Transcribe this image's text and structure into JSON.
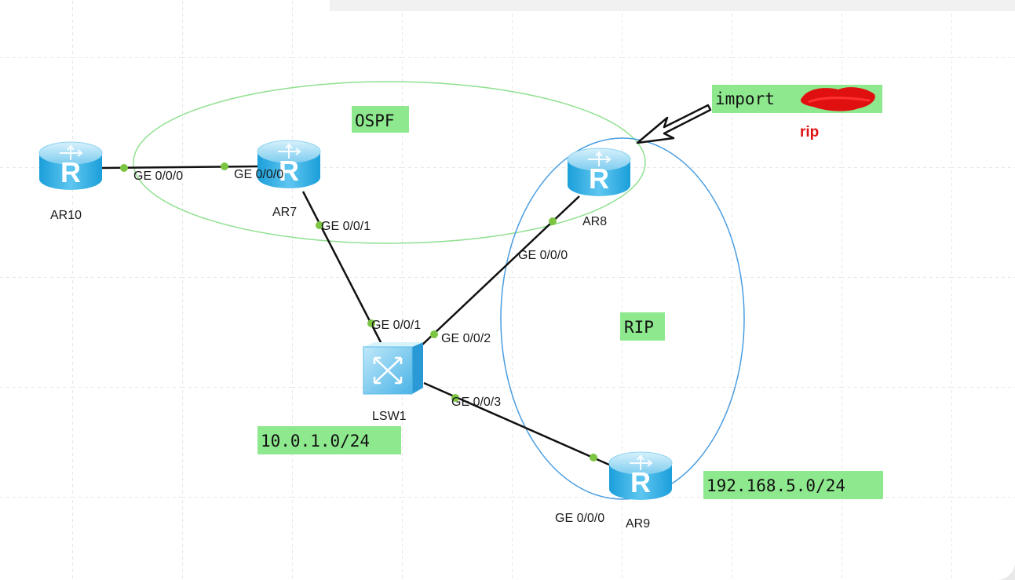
{
  "devices": [
    {
      "id": "ar10",
      "label": "AR10",
      "type": "router"
    },
    {
      "id": "ar7",
      "label": "AR7",
      "type": "router"
    },
    {
      "id": "ar8",
      "label": "AR8",
      "type": "router"
    },
    {
      "id": "ar9",
      "label": "AR9",
      "type": "router"
    },
    {
      "id": "lsw1",
      "label": "LSW1",
      "type": "switch"
    }
  ],
  "links": [
    {
      "from": "ar10",
      "to": "ar7",
      "from_port": "GE 0/0/0",
      "to_port": "GE 0/0/0"
    },
    {
      "from": "ar7",
      "to": "lsw1",
      "from_port": "GE 0/0/1",
      "to_port": "GE 0/0/1"
    },
    {
      "from": "lsw1",
      "to": "ar8",
      "from_port": "GE 0/0/2",
      "to_port": "GE 0/0/0"
    },
    {
      "from": "lsw1",
      "to": "ar9",
      "from_port": "GE 0/0/3",
      "to_port": "GE 0/0/0"
    }
  ],
  "areas": {
    "ospf": "OSPF",
    "rip": "RIP",
    "net_lan": "10.0.1.0/24",
    "net_ar9": "192.168.5.0/24"
  },
  "annotation": {
    "import_text": "import",
    "handwritten_note": "rip"
  },
  "colors": {
    "ospf_ellipse": "#8fe08f",
    "rip_ellipse": "#4a9de0",
    "label_bg": "#8ee88e",
    "port_dot": "#7cc542",
    "link": "#111111",
    "redaction": "#e01010"
  }
}
